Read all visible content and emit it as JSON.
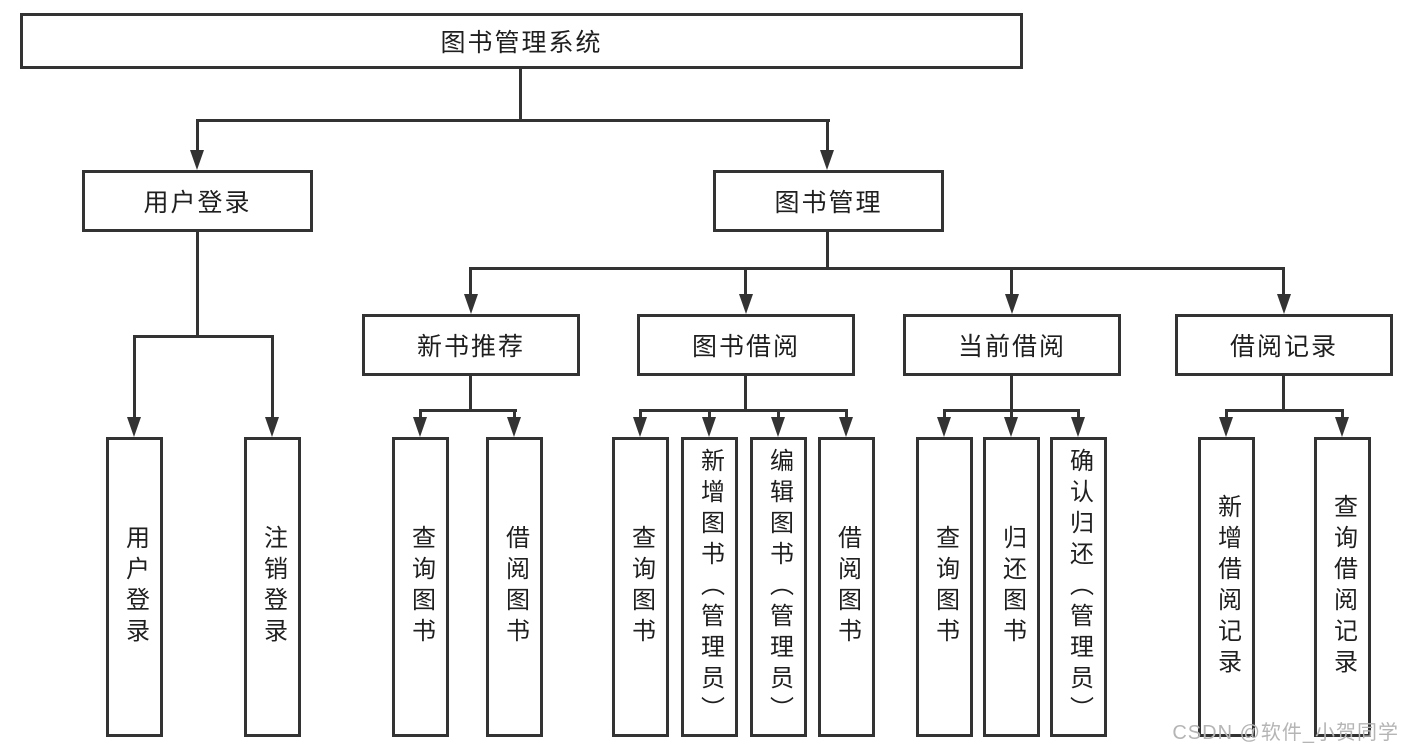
{
  "colors": {
    "background": "#ffffff",
    "line": "#333333",
    "box_fill": "#ffffff",
    "text": "#1f1f1f",
    "watermark": "#b5b5b5"
  },
  "watermark": {
    "text": "CSDN @软件_小贺同学"
  },
  "tree": {
    "root": {
      "label": "图书管理系统",
      "children": [
        {
          "label": "用户登录",
          "children": [
            {
              "label": "用户登录"
            },
            {
              "label": "注销登录"
            }
          ]
        },
        {
          "label": "图书管理",
          "children": [
            {
              "label": "新书推荐",
              "children": [
                {
                  "label": "查询图书"
                },
                {
                  "label": "借阅图书"
                }
              ]
            },
            {
              "label": "图书借阅",
              "children": [
                {
                  "label": "查询图书"
                },
                {
                  "label": "新增图书（管理员）"
                },
                {
                  "label": "编辑图书（管理员）"
                },
                {
                  "label": "借阅图书"
                }
              ]
            },
            {
              "label": "当前借阅",
              "children": [
                {
                  "label": "查询图书"
                },
                {
                  "label": "归还图书"
                },
                {
                  "label": "确认归还（管理员）"
                }
              ]
            },
            {
              "label": "借阅记录",
              "children": [
                {
                  "label": "新增借阅记录"
                },
                {
                  "label": "查询借阅记录"
                }
              ]
            }
          ]
        }
      ]
    }
  }
}
